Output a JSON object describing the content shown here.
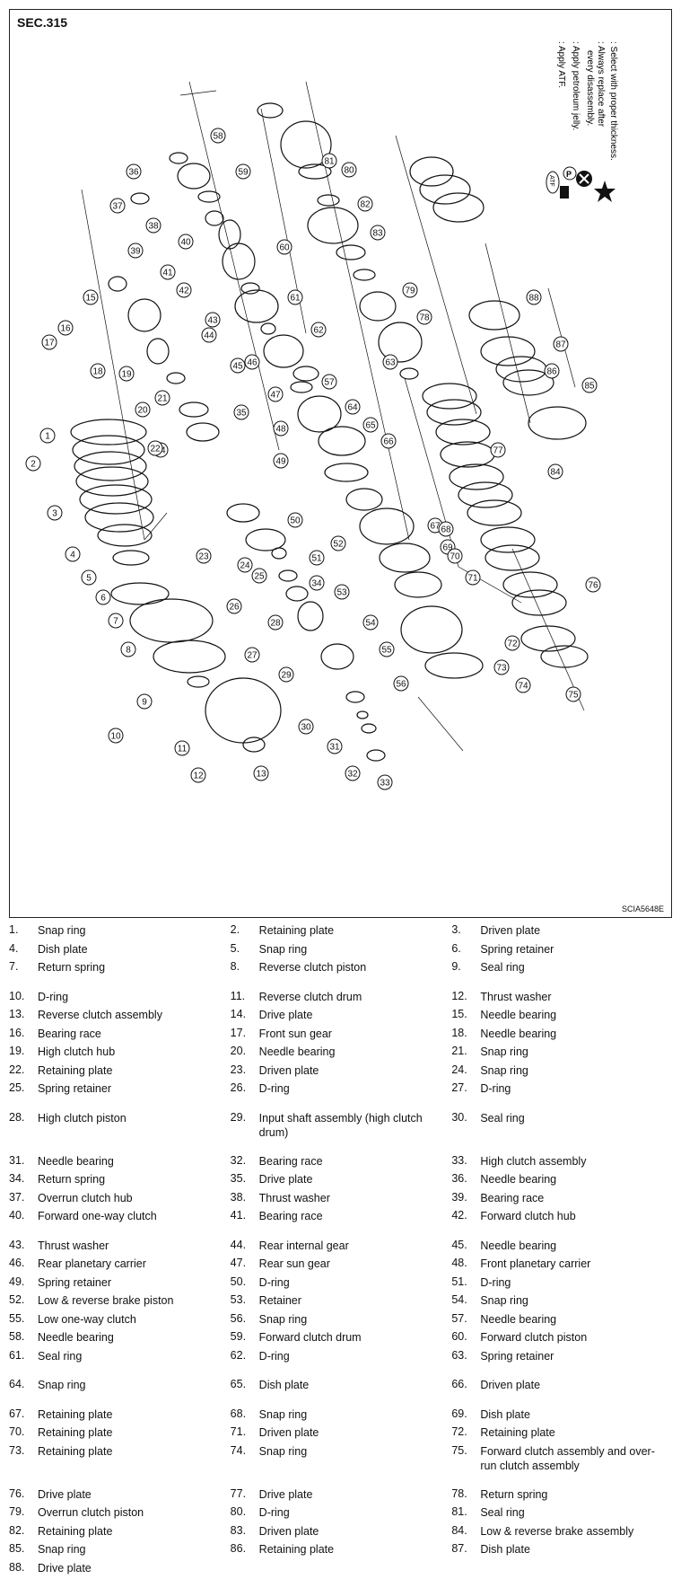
{
  "figure": {
    "section": "SEC.315",
    "code": "SCIA5648E",
    "legend": {
      "atf": "ATF",
      "atf_text": ": Apply ATF.",
      "p_text": ": Apply petroleum jelly.",
      "x_text_1": ": Always replace after",
      "x_text_2": "every disassembly.",
      "star_text": ": Select with proper thickness."
    },
    "callouts": [
      "1",
      "2",
      "3",
      "4",
      "5",
      "6",
      "7",
      "8",
      "9",
      "10",
      "11",
      "12",
      "13",
      "14",
      "15",
      "16",
      "17",
      "18",
      "19",
      "20",
      "21",
      "22",
      "23",
      "24",
      "25",
      "26",
      "27",
      "28",
      "29",
      "30",
      "31",
      "32",
      "33",
      "34",
      "35",
      "36",
      "37",
      "38",
      "39",
      "40",
      "41",
      "42",
      "43",
      "44",
      "45",
      "46",
      "47",
      "48",
      "49",
      "50",
      "51",
      "52",
      "53",
      "54",
      "55",
      "56",
      "57",
      "58",
      "59",
      "60",
      "61",
      "62",
      "63",
      "64",
      "65",
      "66",
      "67",
      "68",
      "69",
      "70",
      "71",
      "72",
      "73",
      "74",
      "75",
      "76",
      "77",
      "78",
      "79",
      "80",
      "81",
      "82",
      "83",
      "84",
      "85",
      "86",
      "87",
      "88"
    ]
  },
  "parts": [
    {
      "n": "1.",
      "t": "Snap ring"
    },
    {
      "n": "2.",
      "t": "Retaining plate"
    },
    {
      "n": "3.",
      "t": "Driven plate"
    },
    {
      "n": "4.",
      "t": "Dish plate"
    },
    {
      "n": "5.",
      "t": "Snap ring"
    },
    {
      "n": "6.",
      "t": "Spring retainer"
    },
    {
      "n": "7.",
      "t": "Return spring"
    },
    {
      "n": "8.",
      "t": "Reverse clutch piston"
    },
    {
      "n": "9.",
      "t": "Seal ring"
    },
    {
      "n": "10.",
      "t": "D-ring"
    },
    {
      "n": "11.",
      "t": "Reverse clutch drum"
    },
    {
      "n": "12.",
      "t": "Thrust washer"
    },
    {
      "n": "13.",
      "t": "Reverse clutch assembly"
    },
    {
      "n": "14.",
      "t": "Drive plate"
    },
    {
      "n": "15.",
      "t": "Needle bearing"
    },
    {
      "n": "16.",
      "t": "Bearing race"
    },
    {
      "n": "17.",
      "t": "Front sun gear"
    },
    {
      "n": "18.",
      "t": "Needle bearing"
    },
    {
      "n": "19.",
      "t": "High clutch hub"
    },
    {
      "n": "20.",
      "t": "Needle bearing"
    },
    {
      "n": "21.",
      "t": "Snap ring"
    },
    {
      "n": "22.",
      "t": "Retaining plate"
    },
    {
      "n": "23.",
      "t": "Driven plate"
    },
    {
      "n": "24.",
      "t": "Snap ring"
    },
    {
      "n": "25.",
      "t": "Spring retainer"
    },
    {
      "n": "26.",
      "t": "D-ring"
    },
    {
      "n": "27.",
      "t": "D-ring"
    },
    {
      "n": "28.",
      "t": "High clutch piston"
    },
    {
      "n": "29.",
      "t": "Input shaft assembly (high clutch drum)"
    },
    {
      "n": "30.",
      "t": "Seal ring"
    },
    {
      "n": "31.",
      "t": "Needle bearing"
    },
    {
      "n": "32.",
      "t": "Bearing race"
    },
    {
      "n": "33.",
      "t": "High clutch assembly"
    },
    {
      "n": "34.",
      "t": "Return spring"
    },
    {
      "n": "35.",
      "t": "Drive plate"
    },
    {
      "n": "36.",
      "t": "Needle bearing"
    },
    {
      "n": "37.",
      "t": "Overrun clutch hub"
    },
    {
      "n": "38.",
      "t": "Thrust washer"
    },
    {
      "n": "39.",
      "t": "Bearing race"
    },
    {
      "n": "40.",
      "t": "Forward one-way clutch"
    },
    {
      "n": "41.",
      "t": "Bearing race"
    },
    {
      "n": "42.",
      "t": "Forward clutch hub"
    },
    {
      "n": "43.",
      "t": "Thrust washer"
    },
    {
      "n": "44.",
      "t": "Rear internal gear"
    },
    {
      "n": "45.",
      "t": "Needle bearing"
    },
    {
      "n": "46.",
      "t": "Rear planetary carrier"
    },
    {
      "n": "47.",
      "t": "Rear sun gear"
    },
    {
      "n": "48.",
      "t": "Front planetary carrier"
    },
    {
      "n": "49.",
      "t": "Spring retainer"
    },
    {
      "n": "50.",
      "t": "D-ring"
    },
    {
      "n": "51.",
      "t": "D-ring"
    },
    {
      "n": "52.",
      "t": "Low & reverse brake piston"
    },
    {
      "n": "53.",
      "t": "Retainer"
    },
    {
      "n": "54.",
      "t": "Snap ring"
    },
    {
      "n": "55.",
      "t": "Low one-way clutch"
    },
    {
      "n": "56.",
      "t": "Snap ring"
    },
    {
      "n": "57.",
      "t": "Needle bearing"
    },
    {
      "n": "58.",
      "t": "Needle bearing"
    },
    {
      "n": "59.",
      "t": "Forward clutch drum"
    },
    {
      "n": "60.",
      "t": "Forward clutch piston"
    },
    {
      "n": "61.",
      "t": "Seal ring"
    },
    {
      "n": "62.",
      "t": "D-ring"
    },
    {
      "n": "63.",
      "t": "Spring retainer"
    },
    {
      "n": "64.",
      "t": "Snap ring"
    },
    {
      "n": "65.",
      "t": "Dish plate"
    },
    {
      "n": "66.",
      "t": "Driven plate"
    },
    {
      "n": "67.",
      "t": "Retaining plate"
    },
    {
      "n": "68.",
      "t": "Snap ring"
    },
    {
      "n": "69.",
      "t": "Dish plate"
    },
    {
      "n": "70.",
      "t": "Retaining plate"
    },
    {
      "n": "71.",
      "t": "Driven plate"
    },
    {
      "n": "72.",
      "t": "Retaining plate"
    },
    {
      "n": "73.",
      "t": "Retaining plate"
    },
    {
      "n": "74.",
      "t": "Snap ring"
    },
    {
      "n": "75.",
      "t": "Forward clutch assembly and over-run clutch assembly"
    },
    {
      "n": "76.",
      "t": "Drive plate"
    },
    {
      "n": "77.",
      "t": "Drive plate"
    },
    {
      "n": "78.",
      "t": "Return spring"
    },
    {
      "n": "79.",
      "t": "Overrun clutch piston"
    },
    {
      "n": "80.",
      "t": "D-ring"
    },
    {
      "n": "81.",
      "t": "Seal ring"
    },
    {
      "n": "82.",
      "t": "Retaining plate"
    },
    {
      "n": "83.",
      "t": "Driven plate"
    },
    {
      "n": "84.",
      "t": "Low & reverse brake assembly"
    },
    {
      "n": "85.",
      "t": "Snap ring"
    },
    {
      "n": "86.",
      "t": "Retaining plate"
    },
    {
      "n": "87.",
      "t": "Dish plate"
    },
    {
      "n": "88.",
      "t": "Drive plate"
    }
  ]
}
